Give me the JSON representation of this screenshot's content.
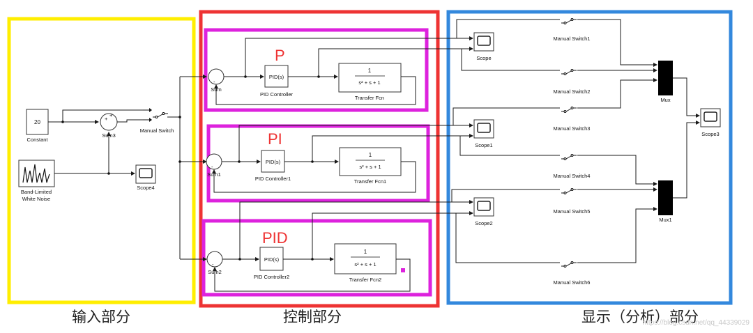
{
  "zones": {
    "input": "输入部分",
    "control": "控制部分",
    "display": "显示（分析）部分"
  },
  "controller_labels": {
    "p": "P",
    "pi": "PI",
    "pid": "PID"
  },
  "colors": {
    "input_frame": "#ffee00",
    "control_frame": "#ee3333",
    "display_frame": "#3388dd",
    "loop_frame": "#dd22dd",
    "label": "#ee3333"
  },
  "blocks": {
    "constant": {
      "value": "20",
      "label": "Constant"
    },
    "sum3": "Sum3",
    "noise": {
      "line1": "Band-Limited",
      "line2": "White Noise"
    },
    "manual_switch": "Manual Switch",
    "scope4": "Scope4",
    "sum": "Sum",
    "sum1": "Sum1",
    "sum2": "Sum2",
    "pid_text": "PID(s)",
    "pid0": "PID Controller",
    "pid1": "PID Controller1",
    "pid2": "PID Controller2",
    "tf_num": "1",
    "tf_den": "s² + s + 1",
    "tf0": "Transfer Fcn",
    "tf1": "Transfer Fcn1",
    "tf2": "Transfer Fcn2",
    "scope": "Scope",
    "scope1": "Scope1",
    "scope2": "Scope2",
    "scope3": "Scope3",
    "mux": "Mux",
    "mux1": "Mux1",
    "ms1": "Manual Switch1",
    "ms2": "Manual Switch2",
    "ms3": "Manual Switch3",
    "ms4": "Manual Switch4",
    "ms5": "Manual Switch5",
    "ms6": "Manual Switch6"
  },
  "watermark": "https://blog.csdn.net/qq_44339029"
}
